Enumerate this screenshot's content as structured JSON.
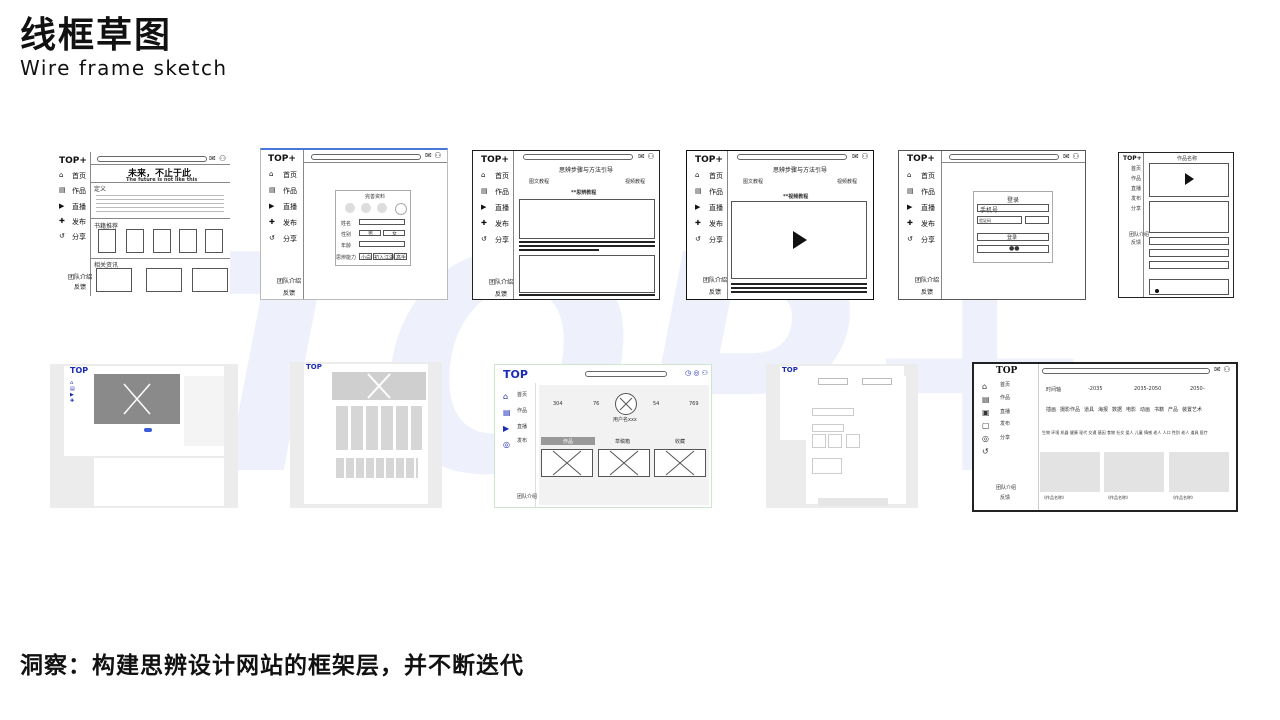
{
  "page": {
    "title": "线框草图",
    "subtitle": "Wire frame sketch",
    "footer": "洞察：构建思辨设计网站的框架层，并不断迭代",
    "watermark_text": "TOP+",
    "accent_blue": "#1a2bb8",
    "watermark_color": "#eef0fb"
  },
  "nav": {
    "logo": "TOP+",
    "logo_short": "TOP",
    "home": "首页",
    "works": "作品",
    "live": "直播",
    "publish": "发布",
    "share": "分享",
    "team": "团队介绍",
    "feedback": "反馈"
  },
  "s1": {
    "headline": "未来，不止于此",
    "headline_en": "The future is not like this",
    "definition": "定义",
    "books": "书籍推荐",
    "related": "相关资讯"
  },
  "s2": {
    "form_title": "完善资料",
    "name": "姓名",
    "gender": "性别",
    "male": "男",
    "female": "女",
    "age": "年龄",
    "ability": "思辨能力",
    "opt1": "小白",
    "opt2": "初入江湖",
    "opt3": "高手"
  },
  "s3": {
    "header": "思辨步骤与方法引导",
    "tab1": "图文教程",
    "tab2": "视频教程",
    "section": "**思辨教程"
  },
  "s4": {
    "header": "思辨步骤与方法引导",
    "tab1": "图文教程",
    "tab2": "视频教程",
    "section": "**视频教程"
  },
  "s5": {
    "login": "登录",
    "phone": "手机号",
    "code": "验证码",
    "login_btn": "登录"
  },
  "s6": {
    "work_name": "作品名称"
  },
  "s9": {
    "stats": [
      "304",
      "76",
      "54",
      "769"
    ],
    "user": "用户名xxx",
    "tab1": "作品",
    "tab2": "草稿箱",
    "tab3": "收藏"
  },
  "s11": {
    "timeline": "时间轴",
    "t1": "-2035",
    "t2": "2035-2050",
    "t3": "2050-",
    "cats": [
      "插画",
      "摄影作品",
      "道具",
      "海报",
      "数据",
      "电影",
      "动画",
      "书籍",
      "产品",
      "装置艺术"
    ],
    "tags": [
      "生物",
      "环境",
      "机器",
      "健康",
      "现代",
      "交通",
      "基因",
      "食物",
      "社交",
      "爱人",
      "儿童",
      "情感",
      "老人",
      "人口",
      "性别",
      "老人",
      "道具",
      "医疗"
    ],
    "card": "《作品名称》"
  }
}
